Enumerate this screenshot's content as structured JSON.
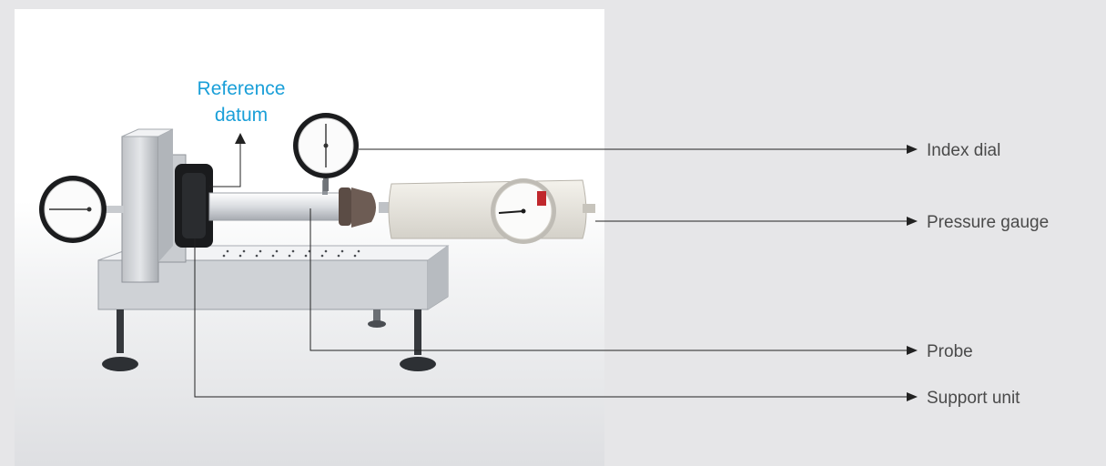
{
  "reference_label": {
    "line1": "Reference",
    "line2": "datum",
    "color": "#1a9fd8"
  },
  "callouts": {
    "index_dial": "Index dial",
    "pressure_gauge": "Pressure gauge",
    "probe": "Probe",
    "support_unit": "Support unit"
  },
  "colors": {
    "page_background": "#e6e6e8",
    "callout_text": "#4a4a4a",
    "leader_line": "#222222"
  }
}
